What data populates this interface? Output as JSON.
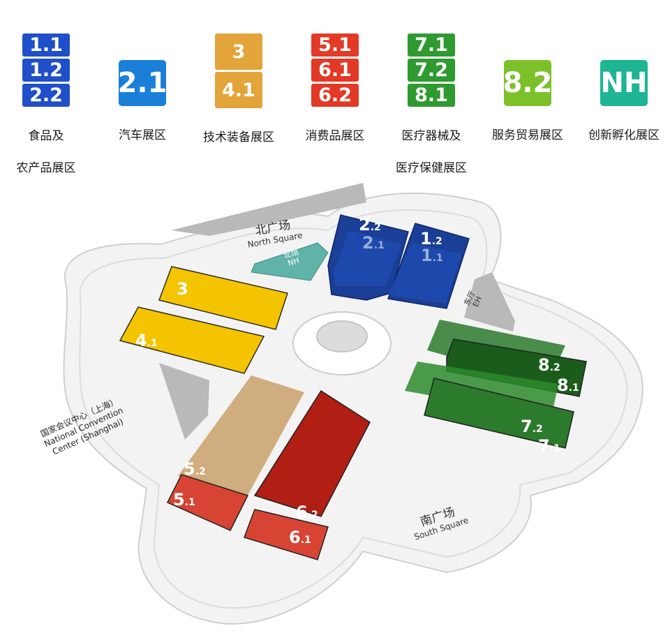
{
  "legend": [
    {
      "id": "food",
      "color": "#1f4fc9",
      "tiles": [
        "1.1",
        "1.2",
        "2.2"
      ],
      "label_line1": "食品及",
      "label_line2": "农产品展区"
    },
    {
      "id": "auto",
      "color": "#1a7fd8",
      "tiles": [
        "2.1"
      ],
      "label_line1": "汽车展区",
      "label_line2": ""
    },
    {
      "id": "tech",
      "color": "#e3a43a",
      "tiles": [
        "3",
        "4.1"
      ],
      "label_line1": "技术装备展区",
      "label_line2": ""
    },
    {
      "id": "consumer",
      "color": "#e23a26",
      "tiles": [
        "5.1",
        "6.1",
        "6.2"
      ],
      "label_line1": "消费品展区",
      "label_line2": ""
    },
    {
      "id": "medical",
      "color": "#2e9a30",
      "tiles": [
        "7.1",
        "7.2",
        "8.1"
      ],
      "label_line1": "医疗器械及",
      "label_line2": "医疗保健展区"
    },
    {
      "id": "service",
      "color": "#7cc12a",
      "tiles": [
        "8.2"
      ],
      "label_line1": "服务贸易展区",
      "label_line2": ""
    },
    {
      "id": "innovation",
      "color": "#1db594",
      "tiles": [
        "NH"
      ],
      "label_line1": "创新孵化展区",
      "label_line2": ""
    }
  ],
  "map": {
    "north_square": {
      "zh": "北广场",
      "en": "North Square"
    },
    "south_square": {
      "zh": "南广场",
      "en": "South Square"
    },
    "north_hall": {
      "zh": "北馆",
      "en": "NH"
    },
    "east_hall": {
      "zh": "东厅",
      "en": "EH"
    },
    "convention_center": {
      "zh": "国家会议中心（上海）",
      "en_line1": "National Convention",
      "en_line2": "Center (Shanghai)"
    },
    "halls": {
      "h22": {
        "main": "2",
        "sub": ".2"
      },
      "h21": {
        "main": "2",
        "sub": ".1"
      },
      "h12": {
        "main": "1",
        "sub": ".2"
      },
      "h11": {
        "main": "1",
        "sub": ".1"
      },
      "h3": {
        "main": "3",
        "sub": ""
      },
      "h41": {
        "main": "4",
        "sub": ".1"
      },
      "h82": {
        "main": "8",
        "sub": ".2"
      },
      "h81": {
        "main": "8",
        "sub": ".1"
      },
      "h72": {
        "main": "7",
        "sub": ".2"
      },
      "h71": {
        "main": "7",
        "sub": ".1"
      },
      "h52": {
        "main": "5",
        "sub": ".2"
      },
      "h51": {
        "main": "5",
        "sub": ".1"
      },
      "h62": {
        "main": "6",
        "sub": ".2"
      },
      "h61": {
        "main": "6",
        "sub": ".1"
      }
    }
  },
  "colors": {
    "blue": "#1b4fa6",
    "yellow": "#f5c400",
    "green": "#2c8a2c",
    "red": "#c62b1e",
    "tan": "#c9a068",
    "teal": "#5fb3a8",
    "gray": "#b8b8b8"
  }
}
